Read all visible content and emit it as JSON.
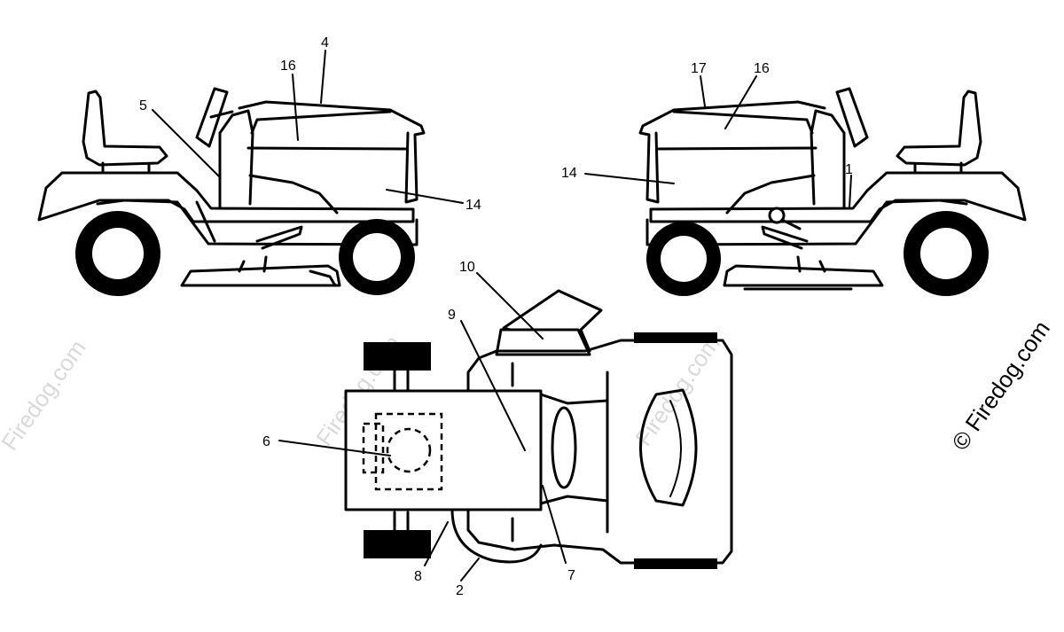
{
  "callouts": {
    "left_view": [
      "4",
      "16",
      "5",
      "14"
    ],
    "right_view": [
      "17",
      "16",
      "14",
      "1"
    ],
    "top_view": [
      "10",
      "9",
      "6",
      "8",
      "2",
      "7"
    ]
  },
  "watermark": "Firedog.com",
  "copyright": "© Firedog.com"
}
